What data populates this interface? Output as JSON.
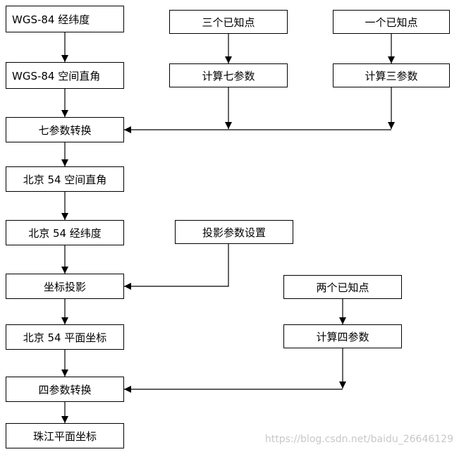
{
  "nodes": {
    "wgs84_geodetic": "WGS-84 经纬度",
    "wgs84_cartesian": "WGS-84 空间直角",
    "three_known_points": "三个已知点",
    "compute_seven_params": "计算七参数",
    "one_known_point": "一个已知点",
    "compute_three_params": "计算三参数",
    "seven_param_transform": "七参数转换",
    "beijing54_cartesian": "北京 54 空间直角",
    "beijing54_geodetic": "北京 54 经纬度",
    "projection_param_settings": "投影参数设置",
    "coordinate_projection": "坐标投影",
    "two_known_points": "两个已知点",
    "beijing54_plane": "北京 54 平面坐标",
    "compute_four_params": "计算四参数",
    "four_param_transform": "四参数转换",
    "zhujiang_plane": "珠江平面坐标"
  },
  "watermark": "https://blog.csdn.net/baidu_26646129",
  "colors": {
    "line": "#000000",
    "box_border": "#000000",
    "watermark": "#c8c8c8"
  }
}
